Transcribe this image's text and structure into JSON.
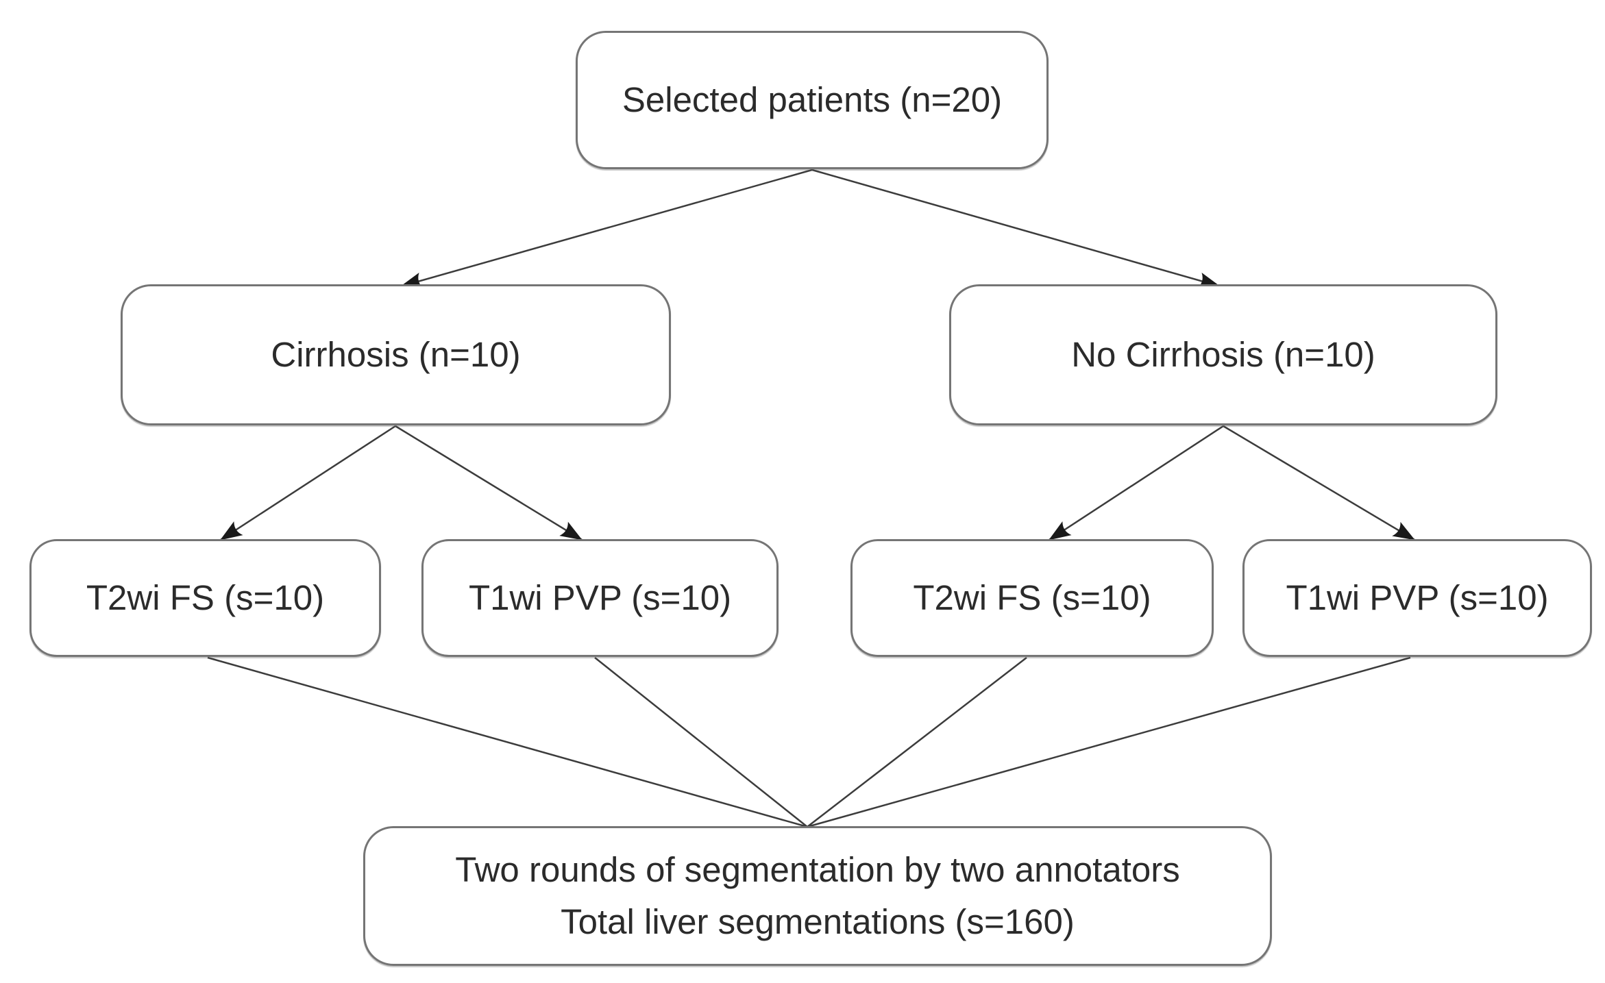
{
  "diagram": {
    "background": "#ffffff",
    "colors": {
      "box_border": "#757575",
      "connector_line": "#3c3c3c",
      "arrowhead": "#1a1a1a",
      "text": "#2b2b2b"
    },
    "nodes": {
      "selected_patients": {
        "label": "Selected patients (n=20)"
      },
      "cirrhosis": {
        "label": "Cirrhosis (n=10)"
      },
      "no_cirrhosis": {
        "label": "No Cirrhosis (n=10)"
      },
      "cirrhosis_t2wi_fs": {
        "label": "T2wi FS (s=10)"
      },
      "cirrhosis_t1wi_pvp": {
        "label": "T1wi PVP (s=10)"
      },
      "no_cirrhosis_t2wi_fs": {
        "label": "T2wi FS (s=10)"
      },
      "no_cirrhosis_t1wi_pvp": {
        "label": "T1wi PVP (s=10)"
      },
      "segmentation_summary": {
        "line1": "Two rounds of segmentation by two annotators",
        "line2": "Total liver segmentations (s=160)"
      }
    },
    "edges": [
      {
        "from": "selected_patients",
        "to": "cirrhosis",
        "arrow": true
      },
      {
        "from": "selected_patients",
        "to": "no_cirrhosis",
        "arrow": true
      },
      {
        "from": "cirrhosis",
        "to": "cirrhosis_t2wi_fs",
        "arrow": true
      },
      {
        "from": "cirrhosis",
        "to": "cirrhosis_t1wi_pvp",
        "arrow": true
      },
      {
        "from": "no_cirrhosis",
        "to": "no_cirrhosis_t2wi_fs",
        "arrow": true
      },
      {
        "from": "no_cirrhosis",
        "to": "no_cirrhosis_t1wi_pvp",
        "arrow": true
      },
      {
        "from": "cirrhosis_t2wi_fs",
        "to": "segmentation_summary",
        "arrow": false
      },
      {
        "from": "cirrhosis_t1wi_pvp",
        "to": "segmentation_summary",
        "arrow": false
      },
      {
        "from": "no_cirrhosis_t2wi_fs",
        "to": "segmentation_summary",
        "arrow": false
      },
      {
        "from": "no_cirrhosis_t1wi_pvp",
        "to": "segmentation_summary",
        "arrow": false
      }
    ]
  }
}
